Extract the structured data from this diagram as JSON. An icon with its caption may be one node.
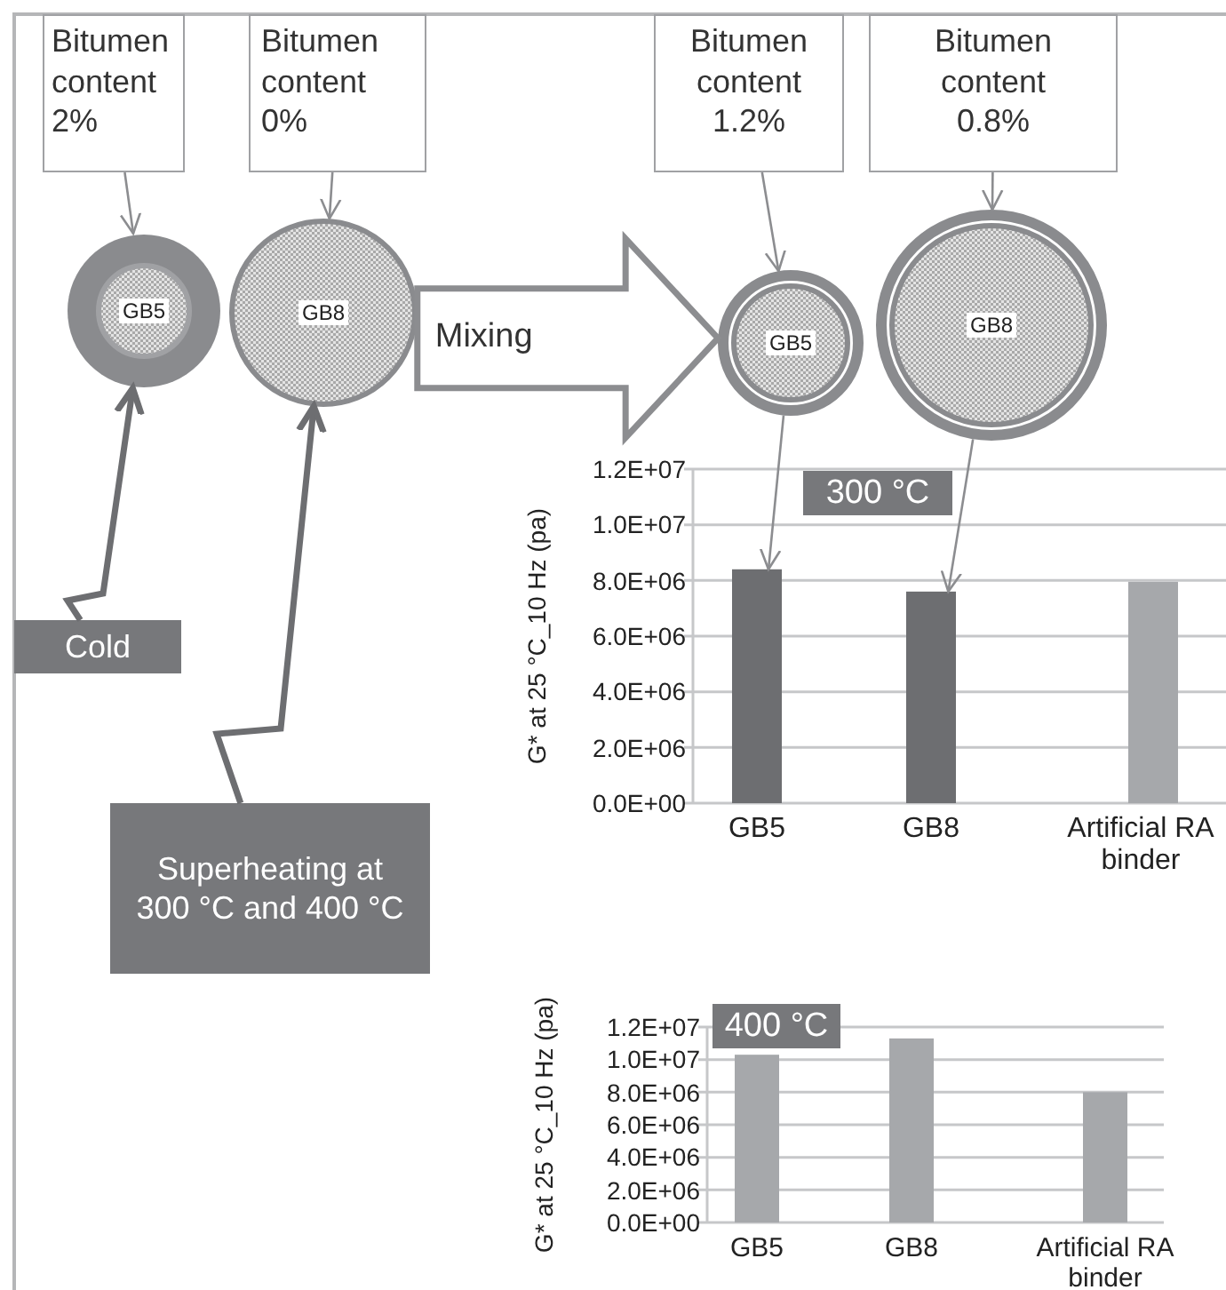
{
  "diagram": {
    "nodes": [
      {
        "text": [
          "Bitumen content 2%"
        ]
      },
      {
        "text": [
          "Bitumen content 0%"
        ]
      },
      {
        "text": [
          "GB5"
        ]
      },
      {
        "text": [
          "GB8"
        ]
      },
      {
        "text": [
          "Bitumen content 1.2%"
        ]
      },
      {
        "text": [
          "Bitumen content 0.8%"
        ]
      },
      {
        "text": [
          "GB5"
        ]
      },
      {
        "text": [
          "GB8"
        ]
      },
      {
        "text": [
          "Cold"
        ]
      },
      {
        "text": [
          "Superheating at 300 °C and 400 °C"
        ]
      },
      {
        "text": [
          "300 °C"
        ]
      },
      {
        "text": [
          "400 °C"
        ]
      },
      {
        "text": [],
        "shape": "bar"
      },
      {
        "text": [],
        "shape": "bar"
      }
    ],
    "edges": [
      {
        "from": 0,
        "to": 2,
        "arrow": "to"
      },
      {
        "from": 1,
        "to": 3,
        "arrow": "to"
      },
      {
        "from": 4,
        "to": 6,
        "arrow": "to"
      },
      {
        "from": 5,
        "to": 7,
        "arrow": "to"
      },
      {
        "from": 8,
        "to": 2,
        "arrow": "to",
        "style": "thick",
        "color": "#6d6e71"
      },
      {
        "from": 9,
        "to": 3,
        "arrow": "to",
        "style": "thick",
        "color": "#6d6e71"
      },
      {
        "from": 3,
        "to": 6,
        "arrow": "to",
        "label": "Mixing",
        "style": "thick"
      },
      {
        "from": 6,
        "to": 12,
        "arrow": "to"
      },
      {
        "from": 7,
        "to": 13,
        "arrow": "to"
      }
    ],
    "chart_data": [
      {
        "type": "bar",
        "ylabel": "G* at 25 °C_10 Hz (pa)",
        "categories": [
          "GB5",
          "GB8",
          "Artificial RA binder"
        ],
        "stacked": true,
        "grid": true,
        "ylim": [
          0,
          12000000
        ],
        "series": [
          {
            "color": "#6d6e71",
            "values": [
              8400000,
              7600000,
              null
            ]
          },
          {
            "color": "#a6a8ab",
            "values": [
              null,
              null,
              7950000
            ]
          }
        ],
        "yticks": [
          {
            "value": 0,
            "label": "0.0E+00"
          },
          {
            "value": 2000000,
            "label": "2.0E+06"
          },
          {
            "value": 4000000,
            "label": "4.0E+06"
          },
          {
            "value": 6000000,
            "label": "6.0E+06"
          },
          {
            "value": 8000000,
            "label": "8.0E+06"
          },
          {
            "value": 10000000,
            "label": "1.0E+07"
          },
          {
            "value": 12000000,
            "label": "1.2E+07"
          }
        ]
      },
      {
        "type": "bar",
        "ylabel": "G* at 25 °C_10 Hz (pa)",
        "categories": [
          "GB5",
          "GB8",
          "Artificial RA binder"
        ],
        "grid": true,
        "ylim": [
          0,
          12000000
        ],
        "series": [
          {
            "color": "#a6a8ab",
            "values": [
              10300000,
              11300000,
              8000000
            ]
          }
        ],
        "yticks": [
          {
            "value": 0,
            "label": "0.0E+00"
          },
          {
            "value": 2000000,
            "label": "2.0E+06"
          },
          {
            "value": 4000000,
            "label": "4.0E+06"
          },
          {
            "value": 6000000,
            "label": "6.0E+06"
          },
          {
            "value": 8000000,
            "label": "8.0E+06"
          },
          {
            "value": 10000000,
            "label": "1.0E+07"
          },
          {
            "value": 12000000,
            "label": "1.2E+07"
          }
        ]
      }
    ]
  }
}
